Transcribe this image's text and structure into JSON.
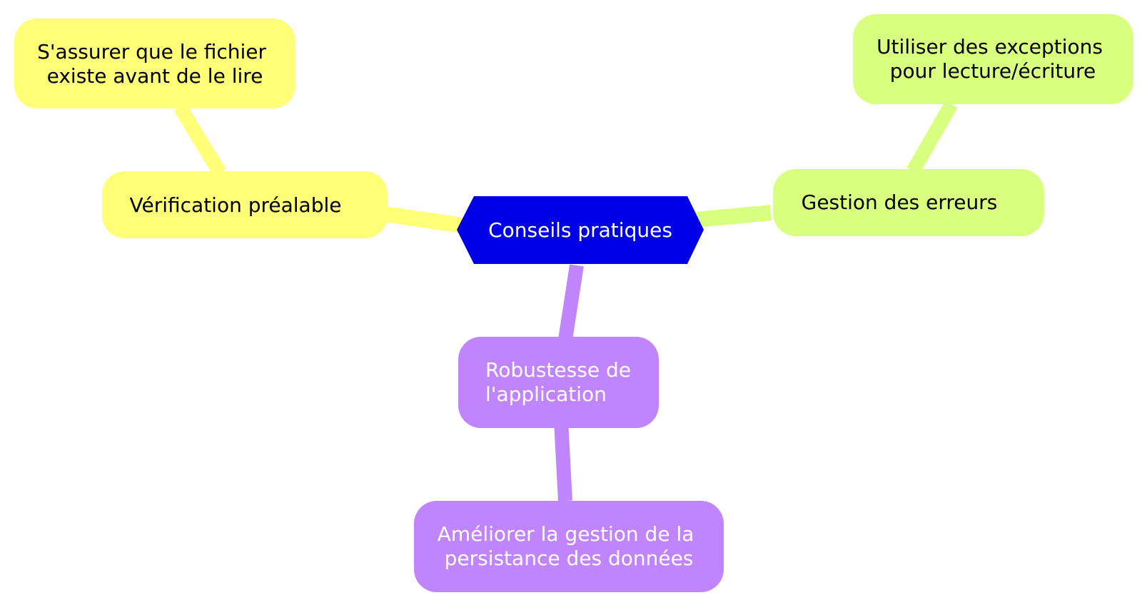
{
  "diagram": {
    "type": "mindmap",
    "root": {
      "label": "Conseils pratiques",
      "fill": "#0000e6",
      "text_color": "#ffffff"
    },
    "branches": [
      {
        "label": "Vérification préalable",
        "color": "#ffff78",
        "text_color": "#000000",
        "children": [
          {
            "lines": [
              "S'assurer que le fichier",
              "existe avant de le lire"
            ]
          }
        ]
      },
      {
        "label": "Gestion des erreurs",
        "color": "#d9ff80",
        "text_color": "#000000",
        "children": [
          {
            "lines": [
              "Utiliser des exceptions",
              "pour lecture/écriture"
            ]
          }
        ]
      },
      {
        "lines": [
          "Robustesse de",
          "l'application"
        ],
        "color": "#c084fc",
        "text_color": "#ffffff",
        "children": [
          {
            "lines": [
              "Améliorer la gestion de la",
              "persistance des données"
            ]
          }
        ]
      }
    ]
  }
}
